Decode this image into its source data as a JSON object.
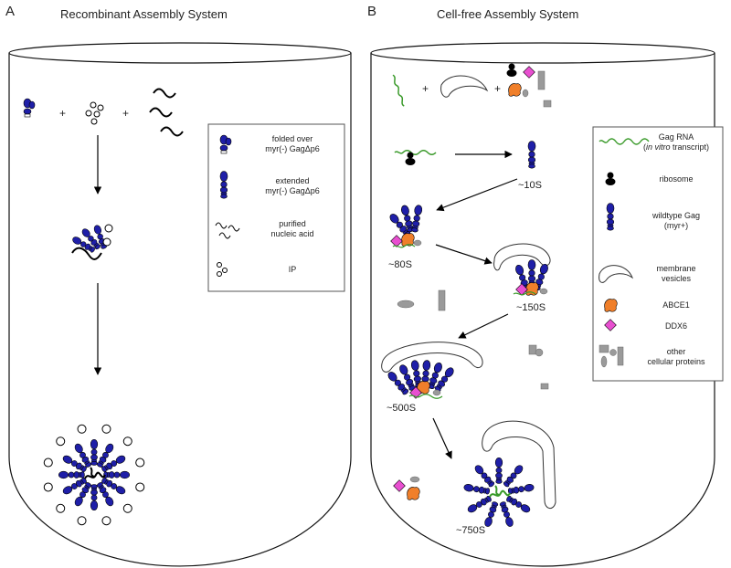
{
  "panel_a": {
    "letter": "A",
    "title": "Recombinant Assembly System",
    "plus": "+",
    "legend": [
      {
        "icon": "folded-gag-icon",
        "lines": [
          "folded over",
          "myr(-) GagΔp6"
        ]
      },
      {
        "icon": "extended-gag-icon",
        "lines": [
          "extended",
          "myr(-) GagΔp6"
        ]
      },
      {
        "icon": "nucleic-acid-icon",
        "lines": [
          "purified",
          "nucleic acid"
        ]
      },
      {
        "icon": "ip-icon",
        "lines": [
          "IP"
        ]
      }
    ]
  },
  "panel_b": {
    "letter": "B",
    "title": "Cell-free Assembly System",
    "plus": "+",
    "stages": [
      "~10S",
      "~80S",
      "~150S",
      "~500S",
      "~750S"
    ],
    "legend": [
      {
        "icon": "gag-rna-icon",
        "line1": "Gag RNA",
        "line2_pre": "(",
        "line2_em": "in vitro",
        "line2_post": " transcript)"
      },
      {
        "icon": "ribosome-icon",
        "lines": [
          "ribosome"
        ]
      },
      {
        "icon": "wildtype-gag-icon",
        "lines": [
          "wildtype Gag",
          "(myr+)"
        ]
      },
      {
        "icon": "membrane-vesicle-icon",
        "lines": [
          "membrane",
          "vesicles"
        ]
      },
      {
        "icon": "abce1-icon",
        "lines": [
          "ABCE1"
        ]
      },
      {
        "icon": "ddx6-icon",
        "lines": [
          "DDX6"
        ]
      },
      {
        "icon": "other-proteins-icon",
        "lines": [
          "other",
          "cellular proteins"
        ]
      }
    ]
  },
  "colors": {
    "gag": "#1f1fa8",
    "abce1": "#f07f2a",
    "ddx6": "#e84fd0",
    "rna": "#3a9a2a",
    "gray": "#9a9a9a"
  }
}
